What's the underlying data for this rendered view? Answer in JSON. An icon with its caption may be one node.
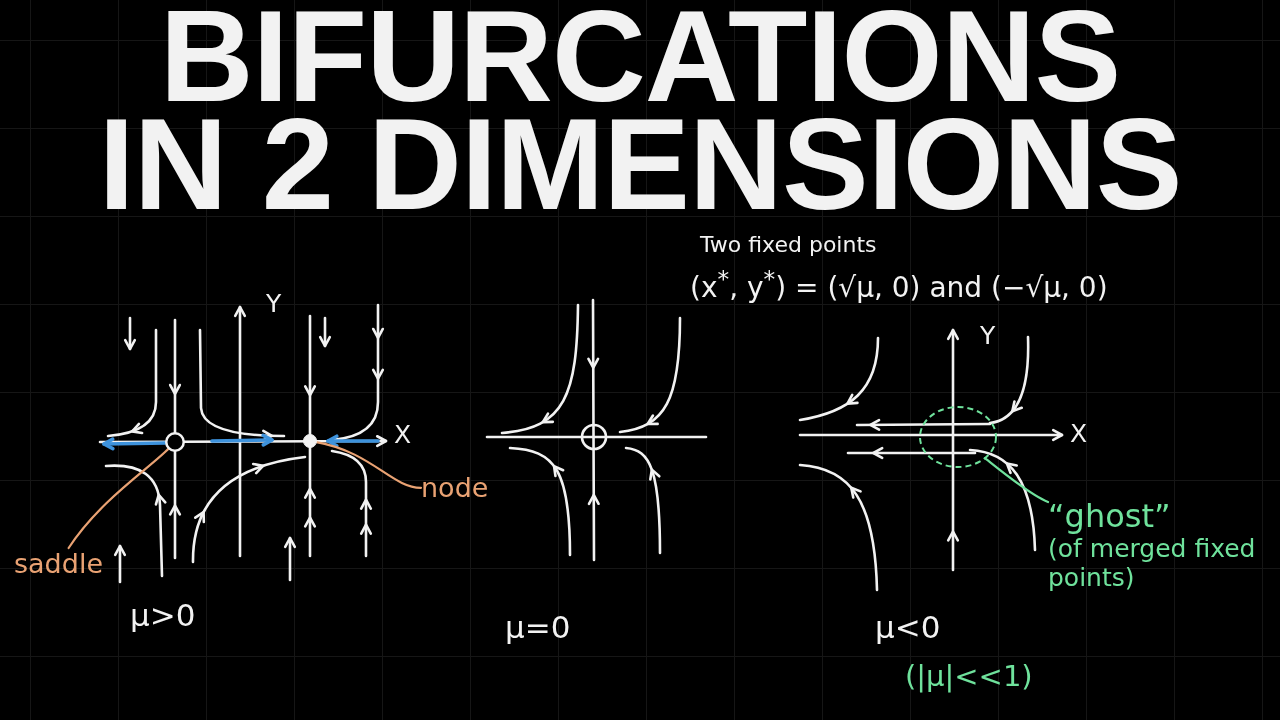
{
  "diagram": {
    "title": "BIFURCATIONS IN 2 DIMENSIONS",
    "nodes": [
      {
        "text": [
          "saddle"
        ]
      },
      {
        "text": [],
        "shape": "circle"
      },
      {
        "text": [
          "node"
        ]
      },
      {
        "text": [],
        "shape": "circle"
      },
      {
        "text": [
          "“ghost”",
          "(of merged fixed points)"
        ]
      },
      {
        "text": [],
        "shape": "circle"
      }
    ],
    "edges": [
      {
        "from": 0,
        "to": 1,
        "arrow": "none",
        "color": "#e9a273"
      },
      {
        "from": 2,
        "to": 3,
        "arrow": "none",
        "color": "#e9a273"
      },
      {
        "from": 4,
        "to": 5,
        "arrow": "none",
        "color": "#6fe29c"
      }
    ],
    "labels": [
      "Two fixed points",
      "(x$^{*}$, y$^{*}$) = (√μ, 0) and (−√μ, 0)",
      "Y",
      "Y",
      "X",
      "X",
      "μ>0",
      "μ=0",
      "μ<0",
      "(|μ|<<1)"
    ]
  }
}
